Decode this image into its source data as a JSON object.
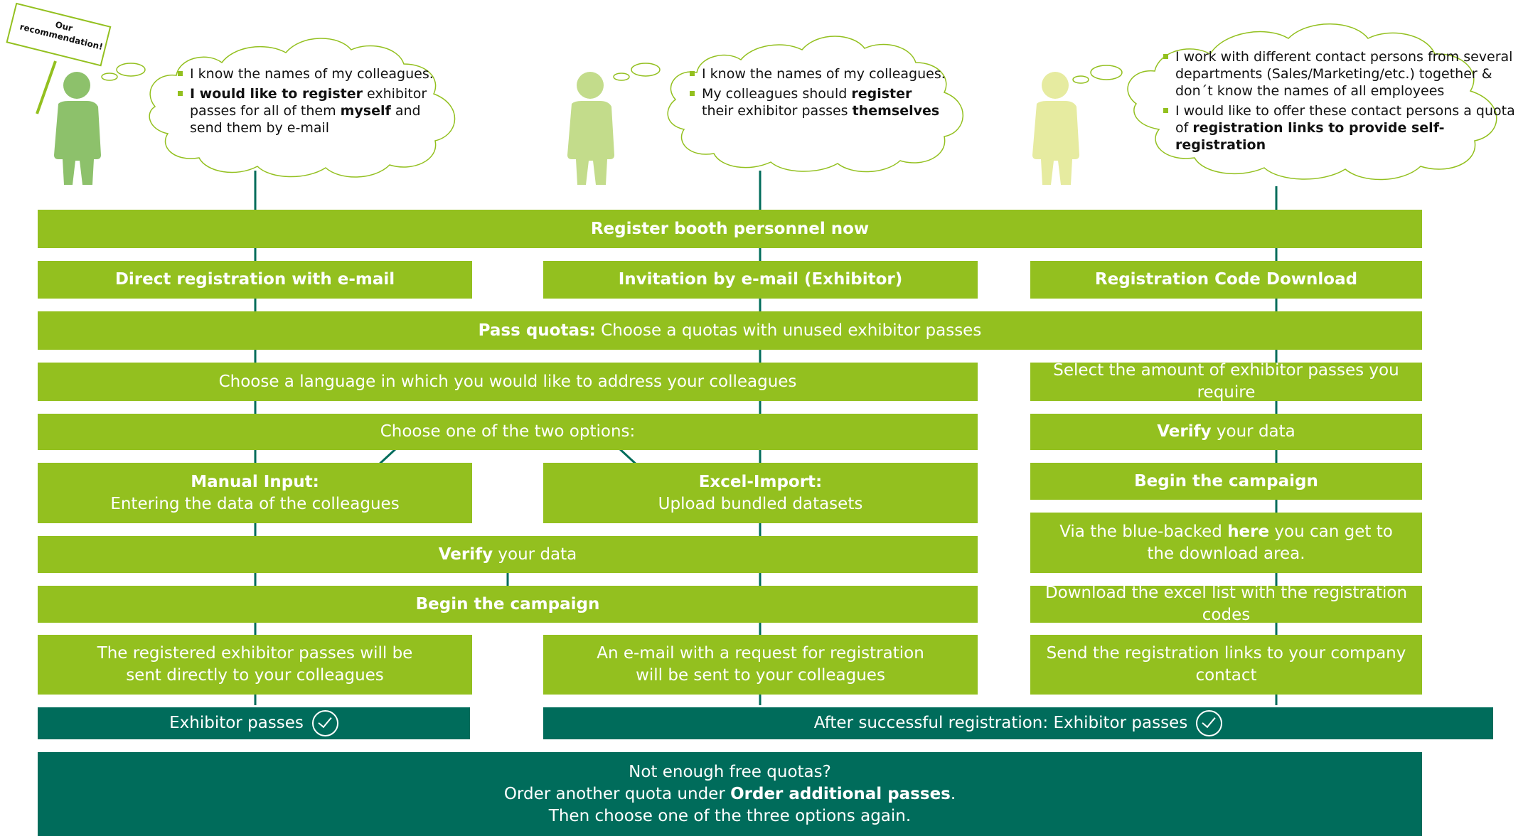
{
  "colors": {
    "green": "#93c01f",
    "dark": "#006c5b",
    "line": "#006c5b",
    "person1": "#8dc16b",
    "person2": "#c3dc8b",
    "person3": "#e6eba0"
  },
  "sign": {
    "line1": "Our",
    "line2": "recommendation!"
  },
  "bubbles": [
    {
      "items": [
        {
          "parts": [
            {
              "t": "I know the names of my colleagues.",
              "b": false
            }
          ]
        },
        {
          "parts": [
            {
              "t": "I would like to register",
              "b": true
            },
            {
              "t": " exhibitor passes for all of them ",
              "b": false
            },
            {
              "t": "myself",
              "b": true
            },
            {
              "t": " and send them by e-mail",
              "b": false
            }
          ]
        }
      ]
    },
    {
      "items": [
        {
          "parts": [
            {
              "t": "I know the names of my colleagues.",
              "b": false
            }
          ]
        },
        {
          "parts": [
            {
              "t": "My colleagues should ",
              "b": false
            },
            {
              "t": "register",
              "b": true
            },
            {
              "t": " their exhibitor passes ",
              "b": false
            },
            {
              "t": "themselves",
              "b": true
            }
          ]
        }
      ]
    },
    {
      "items": [
        {
          "parts": [
            {
              "t": "I work with different contact persons from several departments (Sales/Marketing/etc.) together & don´t know the names of all employees",
              "b": false
            }
          ]
        },
        {
          "parts": [
            {
              "t": "I would like to offer these contact persons a quota of ",
              "b": false
            },
            {
              "t": "registration links to provide self-registration",
              "b": true
            }
          ]
        }
      ]
    }
  ],
  "boxes": {
    "register_now": [
      {
        "t": "Register booth personnel now",
        "b": true
      }
    ],
    "col1_title": [
      {
        "t": "Direct registration with e-mail",
        "b": true
      }
    ],
    "col2_title": [
      {
        "t": "Invitation by e-mail (Exhibitor)",
        "b": true
      }
    ],
    "col3_title": [
      {
        "t": "Registration Code Download",
        "b": true
      }
    ],
    "pass_quotas": [
      {
        "t": "Pass quotas:",
        "b": true
      },
      {
        "t": " Choose a quotas with unused exhibitor passes",
        "b": false
      }
    ],
    "choose_language": [
      {
        "t": "Choose a language in which you would like to address your colleagues",
        "b": false
      }
    ],
    "select_amount": [
      {
        "t": "Select the amount of exhibitor passes you require",
        "b": false
      }
    ],
    "choose_option": [
      {
        "t": "Choose one of the two options:",
        "b": false
      }
    ],
    "verify_right": [
      {
        "t": "Verify",
        "b": true
      },
      {
        "t": " your data",
        "b": false
      }
    ],
    "manual_input": [
      {
        "t": "Manual Input:",
        "b": true,
        "br": true
      },
      {
        "t": "Entering the data of the colleagues",
        "b": false
      }
    ],
    "excel_import": [
      {
        "t": "Excel-Import:",
        "b": true,
        "br": true
      },
      {
        "t": "Upload bundled datasets",
        "b": false
      }
    ],
    "begin_right": [
      {
        "t": "Begin the campaign",
        "b": true
      }
    ],
    "via_blue": [
      {
        "t": "Via the blue-backed ",
        "b": false
      },
      {
        "t": "here",
        "b": true
      },
      {
        "t": " you can get to",
        "b": false,
        "br": true
      },
      {
        "t": "the download area.",
        "b": false
      }
    ],
    "verify_left": [
      {
        "t": "Verify",
        "b": true
      },
      {
        "t": " your data",
        "b": false
      }
    ],
    "download_excel": [
      {
        "t": "Download the excel list with the registration codes",
        "b": false
      }
    ],
    "begin_left": [
      {
        "t": "Begin the campaign",
        "b": true
      }
    ],
    "registered_sent": [
      {
        "t": "The registered exhibitor passes will be",
        "b": false,
        "br": true
      },
      {
        "t": "sent directly to your colleagues",
        "b": false
      }
    ],
    "email_request": [
      {
        "t": "An e-mail with a request for registration",
        "b": false,
        "br": true
      },
      {
        "t": "will be sent to your colleagues",
        "b": false
      }
    ],
    "send_links": [
      {
        "t": "Send the registration links to your company contact",
        "b": false
      }
    ],
    "exhibitor_passes": [
      {
        "t": "Exhibitor passes",
        "b": false
      }
    ],
    "after_success": [
      {
        "t": "After successful registration: Exhibitor passes",
        "b": false
      }
    ],
    "not_enough": [
      {
        "t": "Not enough free quotas?",
        "b": false,
        "br": true
      },
      {
        "t": "Order another quota under ",
        "b": false
      },
      {
        "t": "Order additional passes",
        "b": true
      },
      {
        "t": ".",
        "b": false,
        "br": true
      },
      {
        "t": "Then choose one of the three options again.",
        "b": false
      }
    ]
  }
}
